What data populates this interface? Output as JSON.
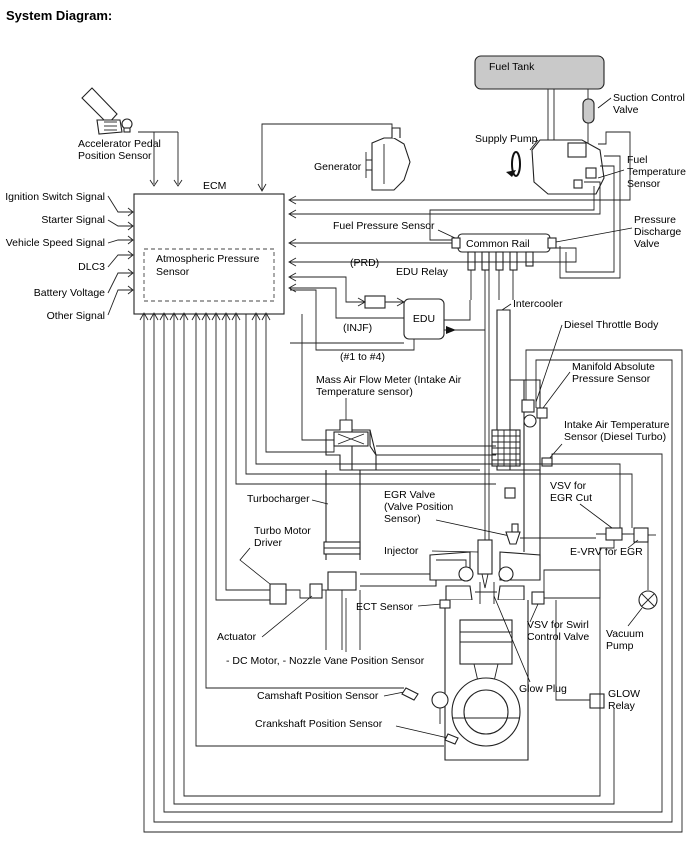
{
  "title": "System Diagram:",
  "labels": {
    "accelerator_sensor": [
      "Accelerator Pedal",
      "Position Sensor"
    ],
    "generator": "Generator",
    "ecm": "ECM",
    "atmospheric_sensor": [
      "Atmospheric Pressure",
      "Sensor"
    ],
    "fuel_tank": "Fuel Tank",
    "suction_control_valve": [
      "Suction Control",
      "Valve"
    ],
    "supply_pump": "Supply Pump",
    "fuel_temp_sensor": [
      "Fuel",
      "Temperature",
      "Sensor"
    ],
    "fuel_pressure_sensor": "Fuel Pressure Sensor",
    "common_rail": "Common Rail",
    "pressure_discharge_valve": [
      "Pressure",
      "Discharge",
      "Valve"
    ],
    "prd": "(PRD)",
    "edu_relay": "EDU Relay",
    "edu": "EDU",
    "injf": "(INJF)",
    "inj_1_4": "(#1 to #4)",
    "intercooler": "Intercooler",
    "diesel_throttle": "Diesel Throttle Body",
    "map_sensor": [
      "Manifold Absolute",
      "Pressure Sensor"
    ],
    "maf_meter": [
      "Mass Air Flow Meter (Intake Air",
      "Temperature sensor)"
    ],
    "iat_sensor": [
      "Intake Air Temperature",
      "Sensor (Diesel Turbo)"
    ],
    "turbocharger": "Turbocharger",
    "egr_valve": [
      "EGR Valve",
      "(Valve Position",
      "Sensor)"
    ],
    "vsv_egr_cut": [
      "VSV for",
      "EGR Cut"
    ],
    "turbo_motor_driver": [
      "Turbo Motor",
      "Driver"
    ],
    "injector": "Injector",
    "e_vrv": "E-VRV for EGR",
    "ect_sensor": "ECT Sensor",
    "vsv_swirl": [
      "VSV for Swirl",
      "Control Valve"
    ],
    "actuator": "Actuator",
    "vacuum_pump": [
      "Vacuum",
      "Pump"
    ],
    "dc_motor": "- DC Motor, - Nozzle Vane Position Sensor",
    "camshaft": "Camshaft Position Sensor",
    "glow_plug": "Glow Plug",
    "glow_relay": [
      "GLOW",
      "Relay"
    ],
    "crankshaft": "Crankshaft Position Sensor"
  },
  "signals": [
    "Ignition Switch Signal",
    "Starter Signal",
    "Vehicle Speed Signal",
    "DLC3",
    "Battery Voltage",
    "Other Signal"
  ]
}
